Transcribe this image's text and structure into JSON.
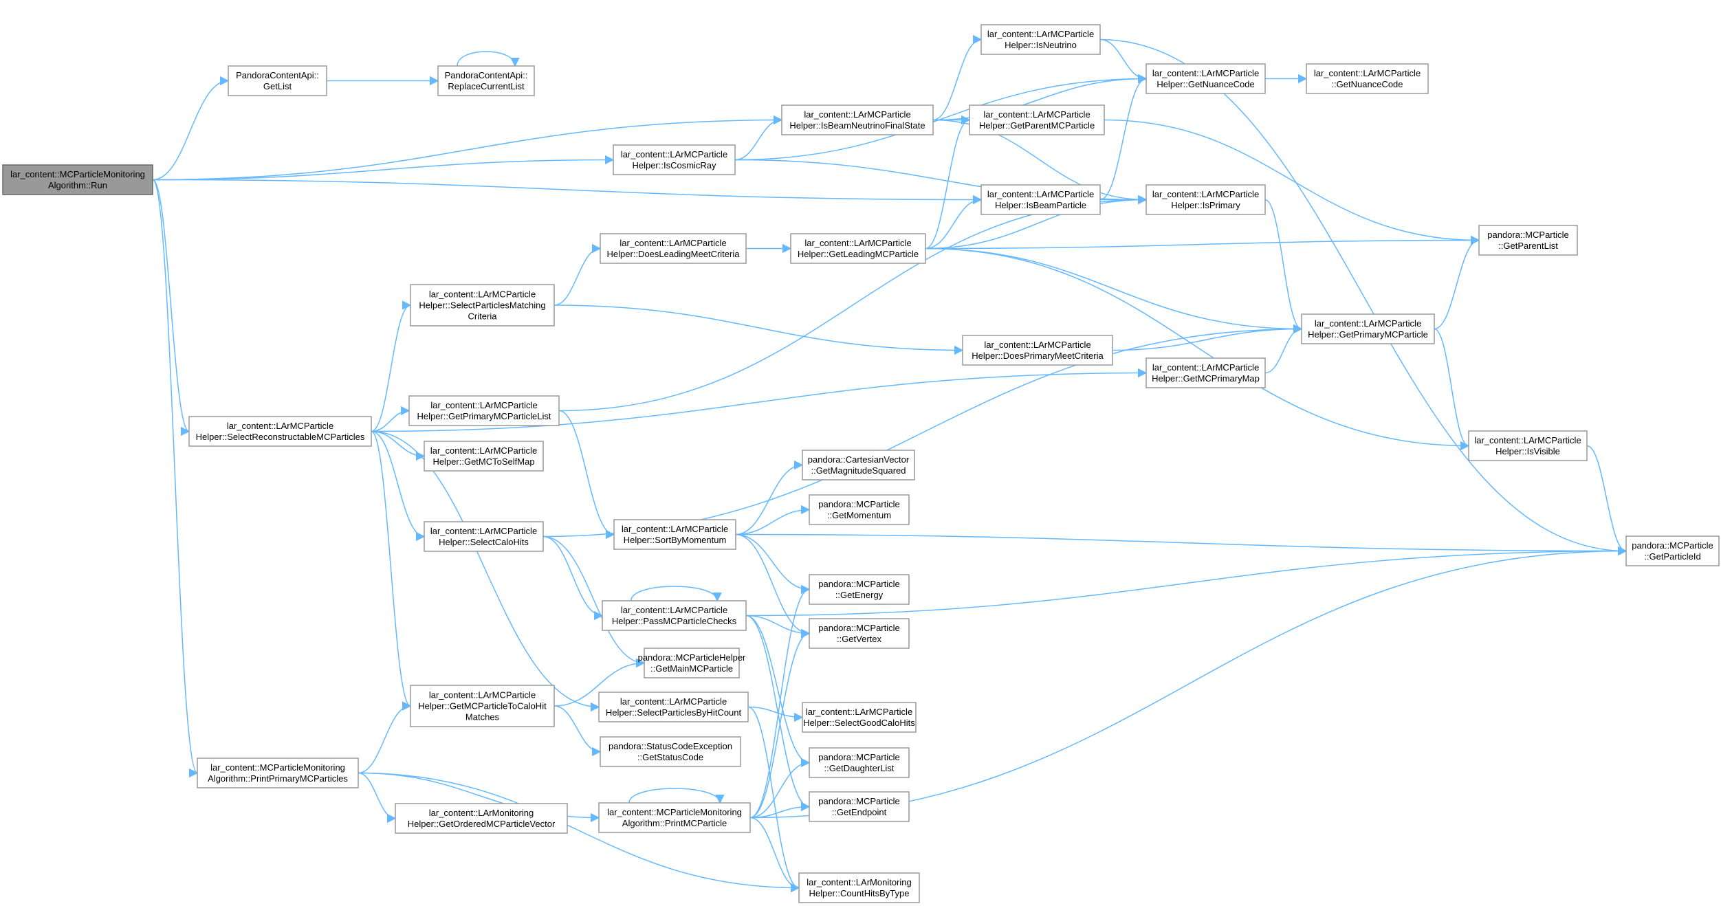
{
  "diagram": {
    "type": "call-graph",
    "colors": {
      "edge": "#63b8ff",
      "root_fill": "#999999",
      "node_border": "#999999",
      "node_fill": "#ffffff"
    },
    "nodes": [
      {
        "id": "run",
        "lines": [
          "lar_content::MCParticleMonitoring",
          "Algorithm::Run"
        ],
        "root": true
      },
      {
        "id": "getlist",
        "lines": [
          "PandoraContentApi::",
          "GetList"
        ]
      },
      {
        "id": "replace",
        "lines": [
          "PandoraContentApi::",
          "ReplaceCurrentList"
        ]
      },
      {
        "id": "isbeamnufs",
        "lines": [
          "lar_content::LArMCParticle",
          "Helper::IsBeamNeutrinoFinalState"
        ]
      },
      {
        "id": "iscosmic",
        "lines": [
          "lar_content::LArMCParticle",
          "Helper::IsCosmicRay"
        ]
      },
      {
        "id": "isneutrino",
        "lines": [
          "lar_content::LArMCParticle",
          "Helper::IsNeutrino"
        ]
      },
      {
        "id": "getnuance",
        "lines": [
          "lar_content::LArMCParticle",
          "Helper::GetNuanceCode"
        ]
      },
      {
        "id": "getnuance2",
        "lines": [
          "lar_content::LArMCParticle",
          "::GetNuanceCode"
        ]
      },
      {
        "id": "getparentmc",
        "lines": [
          "lar_content::LArMCParticle",
          "Helper::GetParentMCParticle"
        ]
      },
      {
        "id": "isbeamparticle",
        "lines": [
          "lar_content::LArMCParticle",
          "Helper::IsBeamParticle"
        ]
      },
      {
        "id": "isprimary",
        "lines": [
          "lar_content::LArMCParticle",
          "Helper::IsPrimary"
        ]
      },
      {
        "id": "getparentlist",
        "lines": [
          "pandora::MCParticle",
          "::GetParentList"
        ]
      },
      {
        "id": "doesleading",
        "lines": [
          "lar_content::LArMCParticle",
          "Helper::DoesLeadingMeetCriteria"
        ]
      },
      {
        "id": "getleading",
        "lines": [
          "lar_content::LArMCParticle",
          "Helper::GetLeadingMCParticle"
        ]
      },
      {
        "id": "selectmatching",
        "lines": [
          "lar_content::LArMCParticle",
          "Helper::SelectParticlesMatching",
          "Criteria"
        ]
      },
      {
        "id": "doesprimary",
        "lines": [
          "lar_content::LArMCParticle",
          "Helper::DoesPrimaryMeetCriteria"
        ]
      },
      {
        "id": "getprimarymc",
        "lines": [
          "lar_content::LArMCParticle",
          "Helper::GetPrimaryMCParticle"
        ]
      },
      {
        "id": "getmcprimarymap",
        "lines": [
          "lar_content::LArMCParticle",
          "Helper::GetMCPrimaryMap"
        ]
      },
      {
        "id": "selectreco",
        "lines": [
          "lar_content::LArMCParticle",
          "Helper::SelectReconstructableMCParticles"
        ]
      },
      {
        "id": "getprimarylist",
        "lines": [
          "lar_content::LArMCParticle",
          "Helper::GetPrimaryMCParticleList"
        ]
      },
      {
        "id": "getmctoself",
        "lines": [
          "lar_content::LArMCParticle",
          "Helper::GetMCToSelfMap"
        ]
      },
      {
        "id": "isvisible",
        "lines": [
          "lar_content::LArMCParticle",
          "Helper::IsVisible"
        ]
      },
      {
        "id": "getmagsq",
        "lines": [
          "pandora::CartesianVector",
          "::GetMagnitudeSquared"
        ]
      },
      {
        "id": "getmomentum",
        "lines": [
          "pandora::MCParticle",
          "::GetMomentum"
        ]
      },
      {
        "id": "selectcalo",
        "lines": [
          "lar_content::LArMCParticle",
          "Helper::SelectCaloHits"
        ]
      },
      {
        "id": "sortbymom",
        "lines": [
          "lar_content::LArMCParticle",
          "Helper::SortByMomentum"
        ]
      },
      {
        "id": "getparticleid",
        "lines": [
          "pandora::MCParticle",
          "::GetParticleId"
        ]
      },
      {
        "id": "getenergy",
        "lines": [
          "pandora::MCParticle",
          "::GetEnergy"
        ]
      },
      {
        "id": "passchecks",
        "lines": [
          "lar_content::LArMCParticle",
          "Helper::PassMCParticleChecks"
        ]
      },
      {
        "id": "getvertex",
        "lines": [
          "pandora::MCParticle",
          "::GetVertex"
        ]
      },
      {
        "id": "getmainmc",
        "lines": [
          "pandora::MCParticleHelper",
          "::GetMainMCParticle"
        ]
      },
      {
        "id": "getmctocalo",
        "lines": [
          "lar_content::LArMCParticle",
          "Helper::GetMCParticleToCaloHit",
          "Matches"
        ]
      },
      {
        "id": "selectbyhit",
        "lines": [
          "lar_content::LArMCParticle",
          "Helper::SelectParticlesByHitCount"
        ]
      },
      {
        "id": "selectgood",
        "lines": [
          "lar_content::LArMCParticle",
          "Helper::SelectGoodCaloHits"
        ]
      },
      {
        "id": "getstatus",
        "lines": [
          "pandora::StatusCodeException",
          "::GetStatusCode"
        ]
      },
      {
        "id": "printprimary",
        "lines": [
          "lar_content::MCParticleMonitoring",
          "Algorithm::PrintPrimaryMCParticles"
        ]
      },
      {
        "id": "getdaughter",
        "lines": [
          "pandora::MCParticle",
          "::GetDaughterList"
        ]
      },
      {
        "id": "getordered",
        "lines": [
          "lar_content::LArMonitoring",
          "Helper::GetOrderedMCParticleVector"
        ]
      },
      {
        "id": "printmc",
        "lines": [
          "lar_content::MCParticleMonitoring",
          "Algorithm::PrintMCParticle"
        ]
      },
      {
        "id": "getendpoint",
        "lines": [
          "pandora::MCParticle",
          "::GetEndpoint"
        ]
      },
      {
        "id": "counthits",
        "lines": [
          "lar_content::LArMonitoring",
          "Helper::CountHitsByType"
        ]
      }
    ],
    "edges": [
      [
        "run",
        "getlist"
      ],
      [
        "run",
        "isbeamnufs"
      ],
      [
        "run",
        "iscosmic"
      ],
      [
        "run",
        "isbeamparticle"
      ],
      [
        "run",
        "selectreco"
      ],
      [
        "run",
        "printprimary"
      ],
      [
        "getlist",
        "replace"
      ],
      [
        "replace",
        "replace"
      ],
      [
        "isbeamnufs",
        "isneutrino"
      ],
      [
        "isbeamnufs",
        "getparentmc"
      ],
      [
        "isbeamnufs",
        "isprimary"
      ],
      [
        "isbeamnufs",
        "getnuance"
      ],
      [
        "iscosmic",
        "isbeamnufs"
      ],
      [
        "iscosmic",
        "getnuance"
      ],
      [
        "iscosmic",
        "isprimary"
      ],
      [
        "isneutrino",
        "getnuance"
      ],
      [
        "isneutrino",
        "getparticleid"
      ],
      [
        "getnuance",
        "getnuance2"
      ],
      [
        "getparentmc",
        "getparentlist"
      ],
      [
        "isbeamparticle",
        "getnuance"
      ],
      [
        "isbeamparticle",
        "isprimary"
      ],
      [
        "isprimary",
        "getprimarymc"
      ],
      [
        "selectreco",
        "selectmatching"
      ],
      [
        "selectreco",
        "getprimarylist"
      ],
      [
        "selectreco",
        "getmctoself"
      ],
      [
        "selectreco",
        "selectcalo"
      ],
      [
        "selectreco",
        "getmctocalo"
      ],
      [
        "selectreco",
        "selectbyhit"
      ],
      [
        "selectreco",
        "getmcprimarymap"
      ],
      [
        "selectmatching",
        "doesleading"
      ],
      [
        "selectmatching",
        "doesprimary"
      ],
      [
        "doesleading",
        "getleading"
      ],
      [
        "getleading",
        "getparentmc"
      ],
      [
        "getleading",
        "isbeamparticle"
      ],
      [
        "getleading",
        "isprimary"
      ],
      [
        "getleading",
        "getparentlist"
      ],
      [
        "getleading",
        "getprimarymc"
      ],
      [
        "getleading",
        "isvisible"
      ],
      [
        "doesprimary",
        "getprimarymc"
      ],
      [
        "getmcprimarymap",
        "getprimarymc"
      ],
      [
        "getprimarymc",
        "getparentlist"
      ],
      [
        "getprimarymc",
        "isvisible"
      ],
      [
        "isvisible",
        "getparticleid"
      ],
      [
        "getprimarylist",
        "isprimary"
      ],
      [
        "getprimarylist",
        "sortbymom"
      ],
      [
        "sortbymom",
        "getmagsq"
      ],
      [
        "sortbymom",
        "getmomentum"
      ],
      [
        "sortbymom",
        "getenergy"
      ],
      [
        "sortbymom",
        "getvertex"
      ],
      [
        "sortbymom",
        "getparticleid"
      ],
      [
        "selectcalo",
        "getprimarymc"
      ],
      [
        "selectcalo",
        "passchecks"
      ],
      [
        "selectcalo",
        "getmainmc"
      ],
      [
        "passchecks",
        "passchecks"
      ],
      [
        "passchecks",
        "getvertex"
      ],
      [
        "passchecks",
        "getparticleid"
      ],
      [
        "passchecks",
        "getdaughter"
      ],
      [
        "passchecks",
        "getendpoint"
      ],
      [
        "getmctocalo",
        "getmainmc"
      ],
      [
        "getmctocalo",
        "getstatus"
      ],
      [
        "selectbyhit",
        "selectgood"
      ],
      [
        "selectbyhit",
        "counthits"
      ],
      [
        "printprimary",
        "getmctocalo"
      ],
      [
        "printprimary",
        "getordered"
      ],
      [
        "printprimary",
        "printmc"
      ],
      [
        "printprimary",
        "counthits"
      ],
      [
        "printmc",
        "printmc"
      ],
      [
        "printmc",
        "getenergy"
      ],
      [
        "printmc",
        "getvertex"
      ],
      [
        "printmc",
        "getdaughter"
      ],
      [
        "printmc",
        "getendpoint"
      ],
      [
        "printmc",
        "getparticleid"
      ],
      [
        "printmc",
        "counthits"
      ]
    ]
  }
}
